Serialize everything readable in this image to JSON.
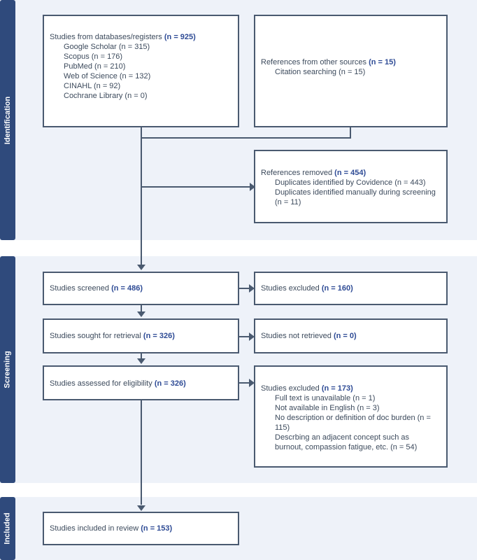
{
  "sections": {
    "identification": "Identification",
    "screening": "Screening",
    "included": "Included"
  },
  "boxes": {
    "databases": {
      "title": "Studies from databases/registers",
      "n": "(n = 925)",
      "items": [
        "Google Scholar (n = 315)",
        "Scopus (n = 176)",
        "PubMed (n = 210)",
        "Web of Science (n = 132)",
        "CINAHL (n = 92)",
        "Cochrane Library (n = 0)"
      ]
    },
    "other_sources": {
      "title": "References from other sources",
      "n": "(n = 15)",
      "items": [
        "Citation searching (n = 15)"
      ]
    },
    "removed": {
      "title": "References removed",
      "n": "(n = 454)",
      "items": [
        "Duplicates identified by Covidence (n = 443)",
        "Duplicates identified manually during screening (n = 11)"
      ]
    },
    "screened": {
      "title": "Studies screened",
      "n": "(n = 486)"
    },
    "excluded_screen": {
      "title": "Studies excluded",
      "n": "(n = 160)"
    },
    "sought": {
      "title": "Studies sought for retrieval",
      "n": "(n = 326)"
    },
    "not_retrieved": {
      "title": "Studies not retrieved",
      "n": "(n = 0)"
    },
    "assessed": {
      "title": "Studies assessed for eligibility",
      "n": "(n = 326)"
    },
    "excluded_full": {
      "title": "Studies excluded",
      "n": "(n = 173)",
      "items": [
        "Full text is unavailable (n = 1)",
        "Not available in English (n = 3)",
        "No description or definition of doc burden (n = 115)",
        "Descrbing an adjacent concept such as burnout, compassion fatigue, etc. (n = 54)"
      ]
    },
    "included": {
      "title": "Studies included in review",
      "n": "(n = 153)"
    }
  },
  "colors": {
    "band_bg": "#eef2f9",
    "tab_bg": "#2f4a7c",
    "border": "#4a5a70",
    "count": "#2e4b95"
  }
}
